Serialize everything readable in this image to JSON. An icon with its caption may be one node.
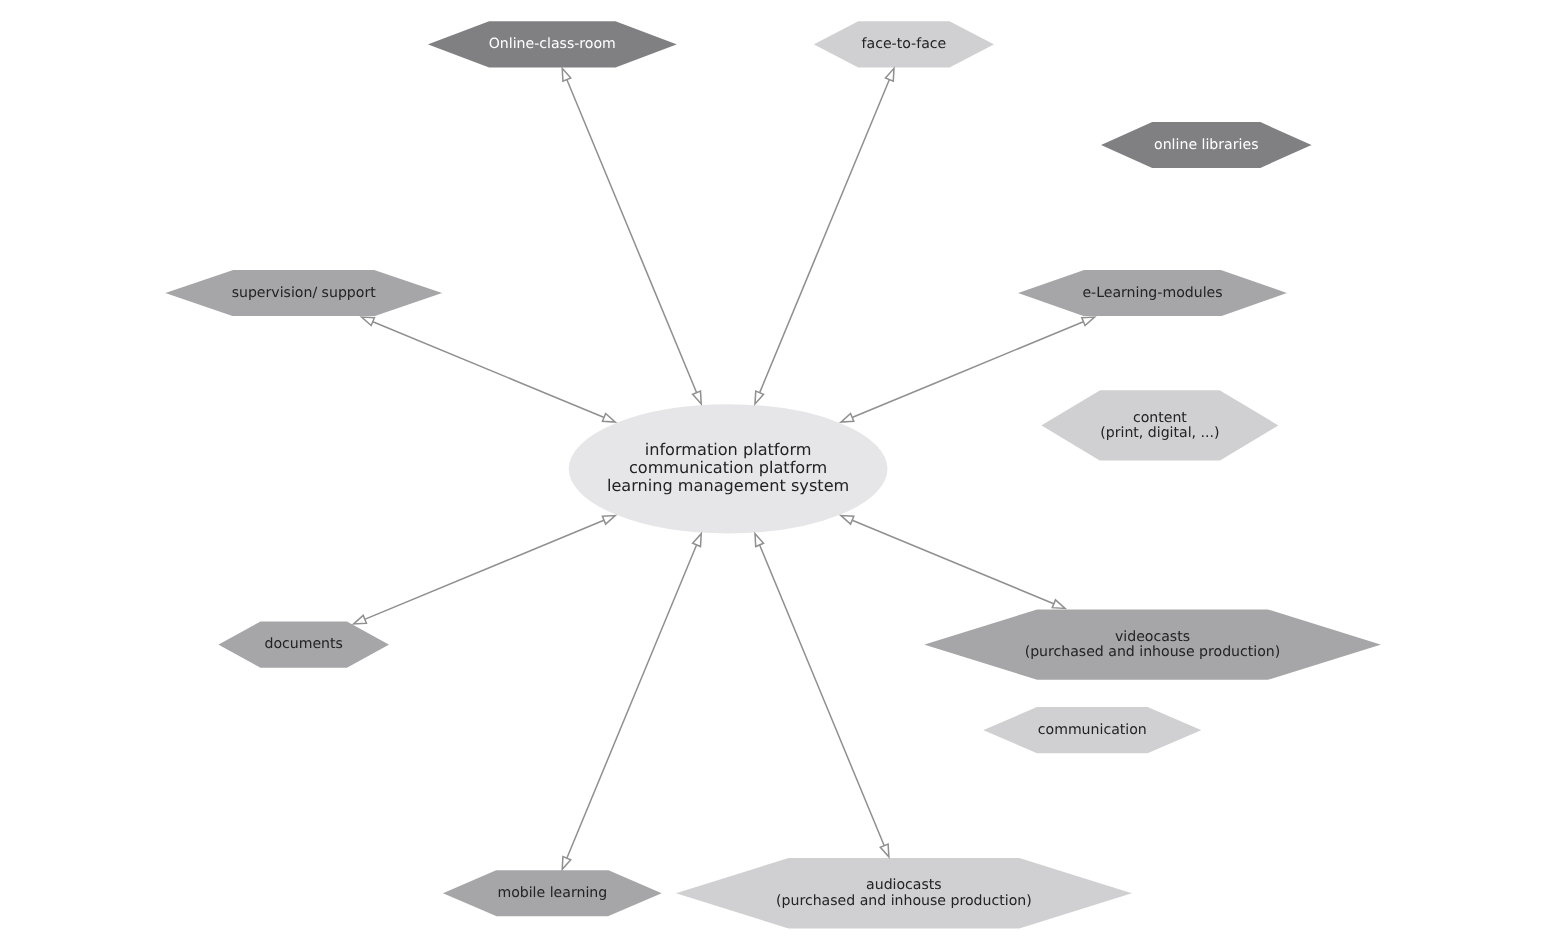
{
  "diagram": {
    "nodes": [
      {
        "text": [
          "e-Learning-modules"
        ]
      },
      {
        "text": [
          "face-to-face"
        ]
      },
      {
        "text": [
          "Online-class-room"
        ]
      },
      {
        "text": [
          "content",
          "(print, digital, ...)"
        ]
      },
      {
        "text": [
          "supervision/ support"
        ]
      },
      {
        "text": [
          "documents"
        ]
      },
      {
        "text": [
          "information platform",
          "communication platform",
          "learning management system"
        ]
      },
      {
        "text": [
          "communication"
        ]
      },
      {
        "text": [
          "online libraries"
        ]
      },
      {
        "text": [
          "mobile learning"
        ]
      },
      {
        "text": [
          "audiocasts",
          "(purchased and inhouse production)"
        ]
      },
      {
        "text": [
          "videocasts",
          "(purchased and inhouse production)"
        ]
      }
    ],
    "edges": [
      {
        "from": 6,
        "to": 0,
        "arrow": "both"
      },
      {
        "from": 6,
        "to": 1,
        "arrow": "both"
      },
      {
        "from": 6,
        "to": 2,
        "arrow": "both"
      },
      {
        "from": 6,
        "to": 4,
        "arrow": "both"
      },
      {
        "from": 6,
        "to": 5,
        "arrow": "both"
      },
      {
        "from": 6,
        "to": 9,
        "arrow": "both"
      },
      {
        "from": 6,
        "to": 10,
        "arrow": "both"
      },
      {
        "from": 6,
        "to": 11,
        "arrow": "both"
      }
    ]
  }
}
